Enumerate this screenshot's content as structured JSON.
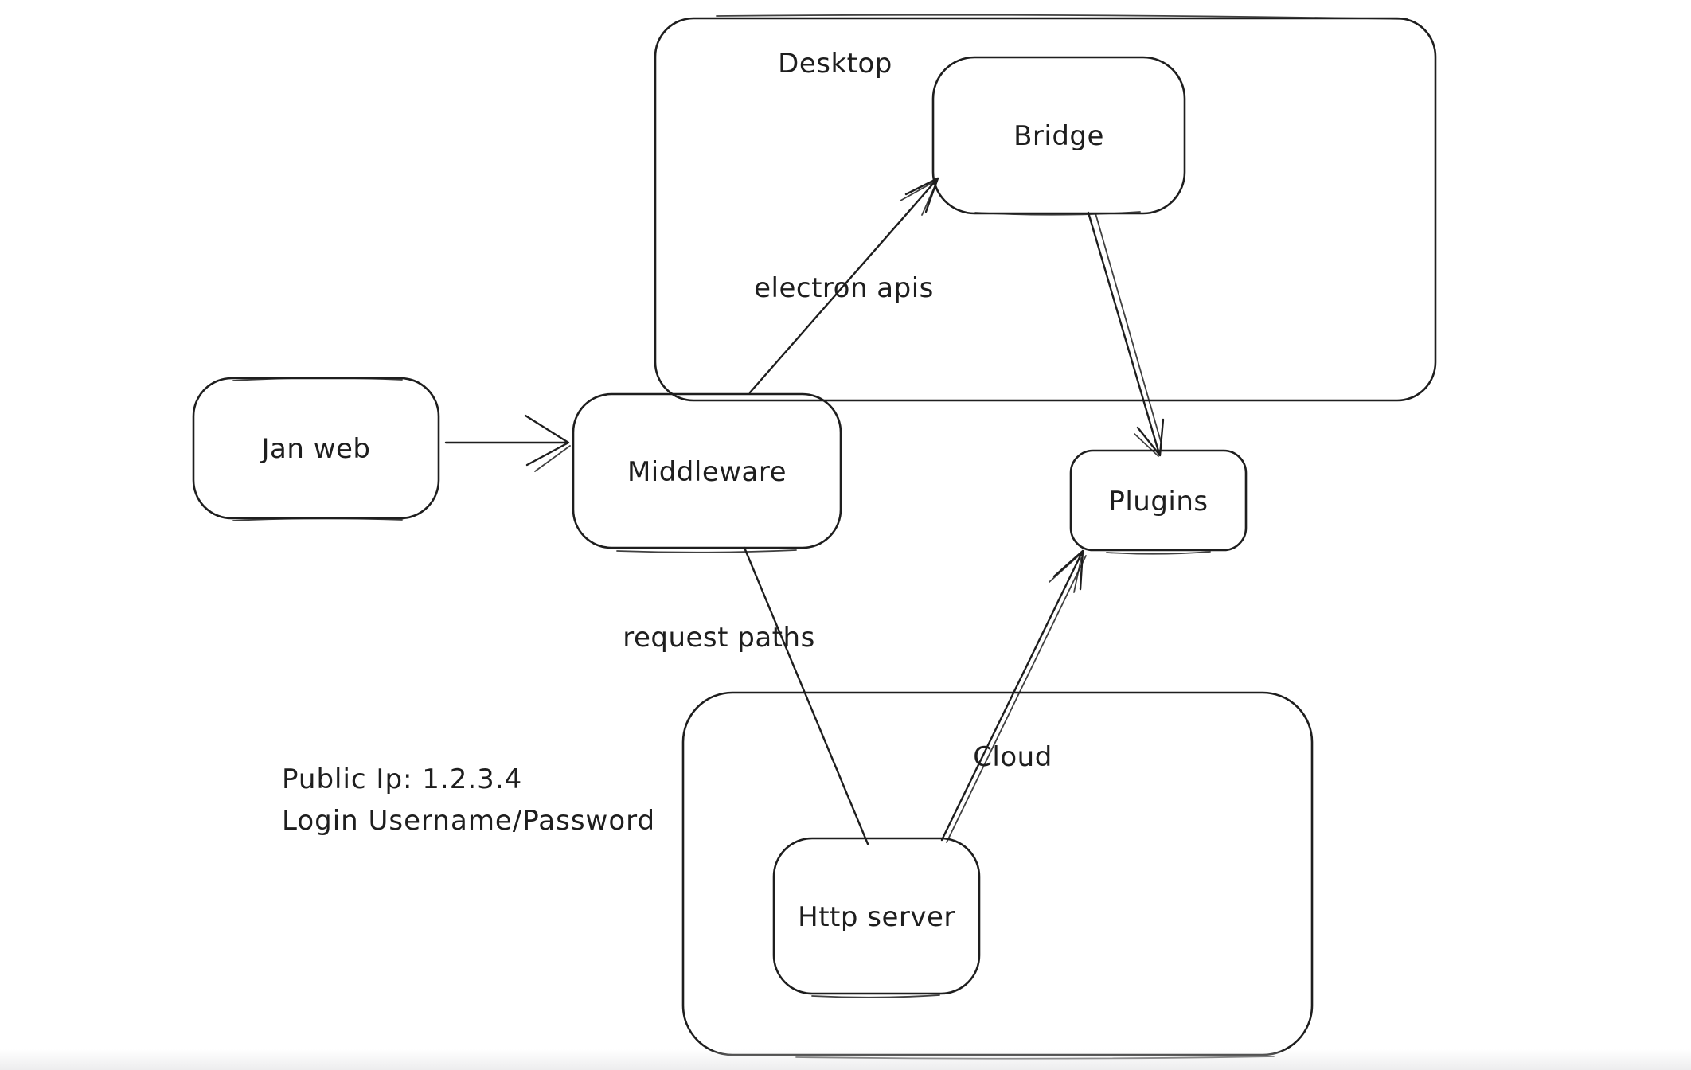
{
  "diagram": {
    "colors": {
      "stroke": "#1e1e1e",
      "background": "#ffffff"
    },
    "containers": [
      {
        "label": "Desktop"
      },
      {
        "label": "Cloud"
      }
    ],
    "nodes": [
      {
        "label": "Jan web"
      },
      {
        "label": "Middleware"
      },
      {
        "label": "Bridge"
      },
      {
        "label": "Plugins"
      },
      {
        "label": "Http server"
      }
    ],
    "edges": [
      {
        "from": "Jan web",
        "to": "Middleware",
        "label": ""
      },
      {
        "from": "Middleware",
        "to": "Bridge",
        "label": "electron apis"
      },
      {
        "from": "Bridge",
        "to": "Plugins",
        "label": ""
      },
      {
        "from": "Middleware",
        "to": "Http server",
        "label": "request paths"
      },
      {
        "from": "Http server",
        "to": "Plugins",
        "label": ""
      }
    ],
    "annotations": [
      {
        "text": "Public Ip: 1.2.3.4"
      },
      {
        "text": "Login Username/Password"
      }
    ]
  }
}
